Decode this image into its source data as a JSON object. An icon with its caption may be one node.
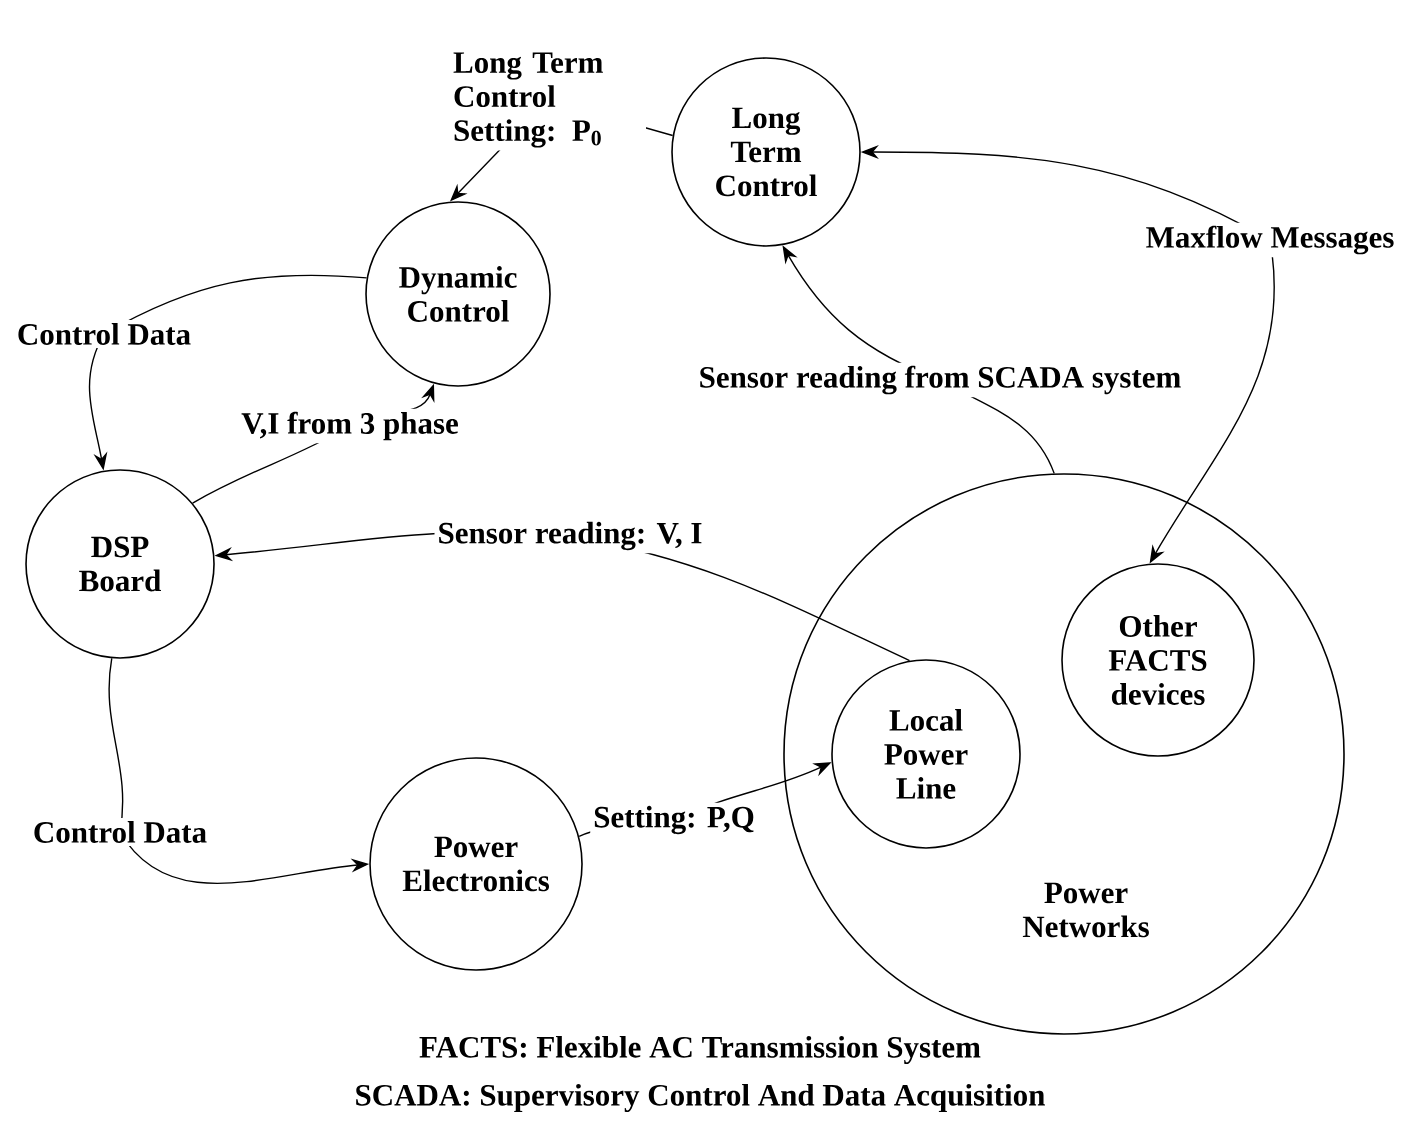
{
  "diagram": {
    "nodes": [
      {
        "text": [
          "Long Term Control"
        ]
      },
      {
        "text": [
          "Dynamic Control"
        ]
      },
      {
        "text": [
          "DSP Board"
        ]
      },
      {
        "text": [
          "Power Electronics"
        ]
      },
      {
        "text": [
          "Power Networks"
        ]
      },
      {
        "text": [
          "Local Power Line"
        ],
        "in": 4
      },
      {
        "text": [
          "Other FACTS devices"
        ],
        "in": 4
      }
    ],
    "edges": [
      {
        "from": 0,
        "to": 1,
        "arrow": "to",
        "label": "Long Term Control Setting: P$_{0}$"
      },
      {
        "from": 1,
        "to": 2,
        "arrow": "to",
        "label": "Control Data"
      },
      {
        "from": 2,
        "to": 1,
        "arrow": "to",
        "label": "V,I from 3 phase"
      },
      {
        "from": 5,
        "to": 2,
        "arrow": "to",
        "label": "Sensor reading: V, I"
      },
      {
        "from": 2,
        "to": 3,
        "arrow": "to",
        "label": "Control Data"
      },
      {
        "from": 3,
        "to": 5,
        "arrow": "to",
        "label": "Setting: P,Q"
      },
      {
        "from": 4,
        "to": 0,
        "arrow": "to",
        "label": "Sensor reading from SCADA system"
      },
      {
        "from": 0,
        "to": 6,
        "arrow": "both",
        "label": "Maxflow Messages"
      }
    ],
    "labels": [
      "FACTS: Flexible AC Transmission System",
      "SCADA: Supervisory Control And Data Acquisition"
    ]
  }
}
